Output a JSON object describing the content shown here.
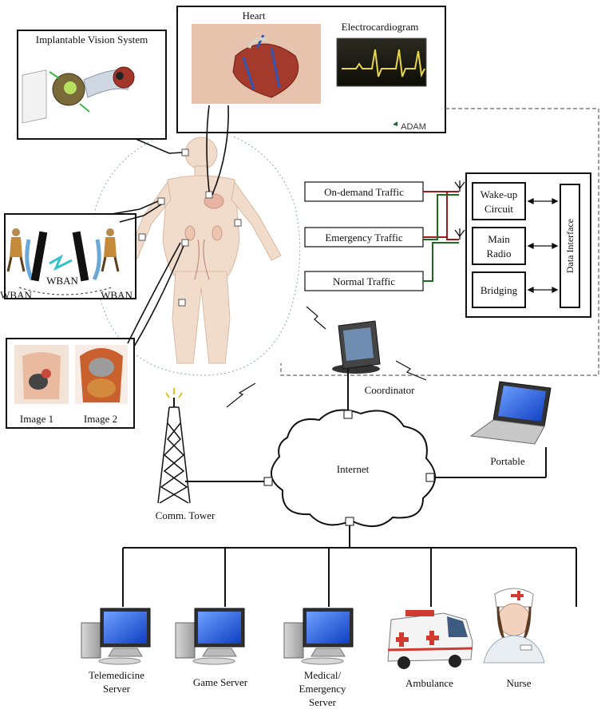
{
  "panels": {
    "vision_title": "Implantable Vision System",
    "heart_label": "Heart",
    "ecg_label": "Electrocardiogram",
    "adam_logo": "ADAM",
    "wban_labels": [
      "WBAN",
      "WBAN",
      "WBAN"
    ],
    "image_labels": [
      "Image 1",
      "Image 2"
    ]
  },
  "traffic": {
    "on_demand": "On-demand Traffic",
    "emergency": "Emergency Traffic",
    "normal": "Normal Traffic"
  },
  "radio_module": {
    "wakeup_line1": "Wake-up",
    "wakeup_line2": "Circuit",
    "main_line1": "Main",
    "main_line2": "Radio",
    "bridging": "Bridging",
    "data_interface": "Data Interface"
  },
  "network": {
    "coordinator": "Coordinator",
    "internet": "Internet",
    "portable": "Portable",
    "tower": "Comm. Tower"
  },
  "endpoints": {
    "telemedicine_line1": "Telemedicine",
    "telemedicine_line2": "Server",
    "game_server": "Game Server",
    "medical_line1": "Medical/",
    "medical_line2": "Emergency",
    "medical_line3": "Server",
    "ambulance": "Ambulance",
    "nurse": "Nurse"
  },
  "colors": {
    "line": "#111111",
    "traffic_red": "#a01818",
    "traffic_green": "#1d6b1d",
    "screen_blue": "#1f4fd6",
    "body_skin": "#f1dccb",
    "ecg_wave": "#e8d64a"
  }
}
